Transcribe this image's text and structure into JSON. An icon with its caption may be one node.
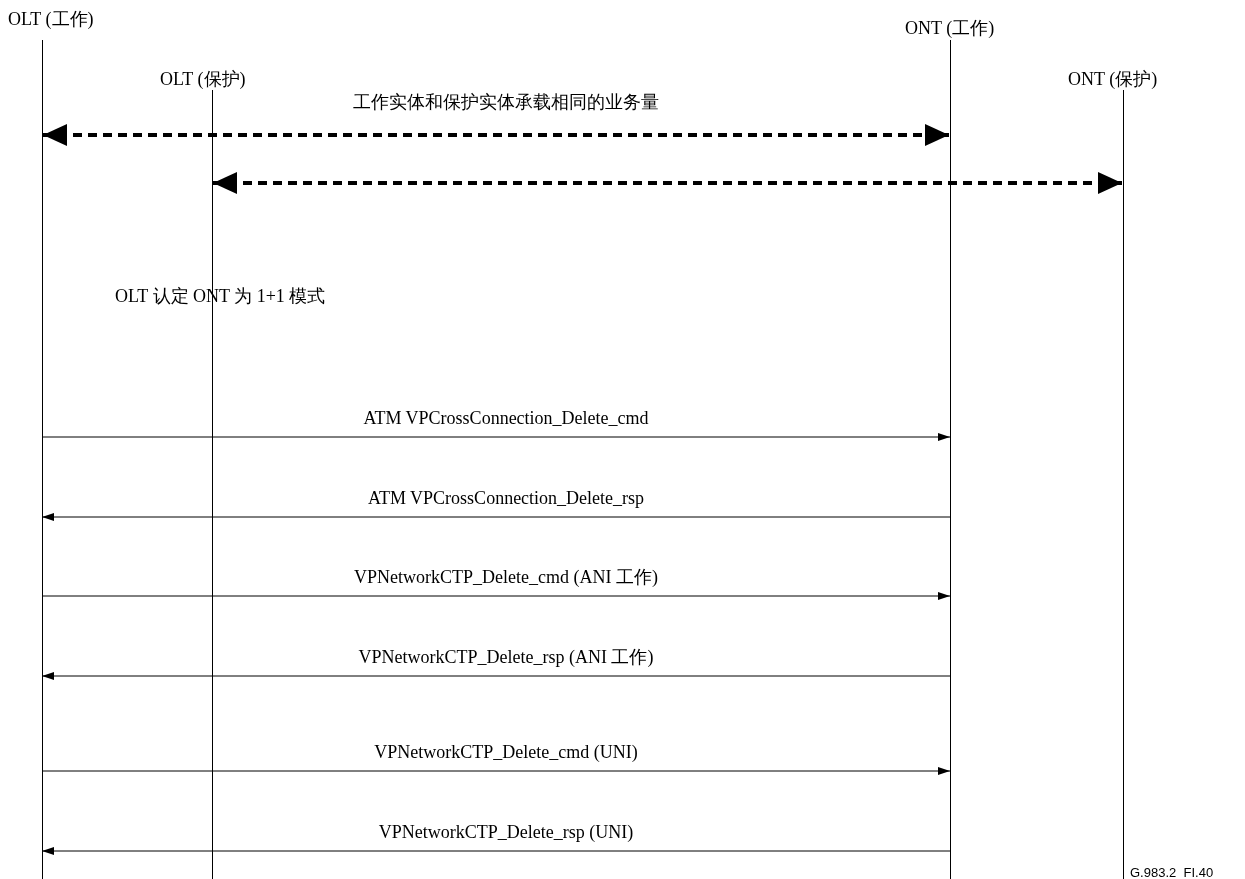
{
  "diagram": {
    "nodes": [
      {
        "text": [
          "OLT (工作)"
        ]
      },
      {
        "text": [
          "OLT (保护)"
        ]
      },
      {
        "text": [
          "ONT (工作)"
        ]
      },
      {
        "text": [
          "ONT (保护)"
        ]
      }
    ],
    "edges": [
      {
        "from": 0,
        "to": 2,
        "arrow": "both",
        "style": "dashed",
        "label": "工作实体和保护实体承载相同的业务量"
      },
      {
        "from": 1,
        "to": 3,
        "arrow": "both",
        "style": "dashed"
      },
      {
        "from": 0,
        "to": 2,
        "arrow": "to",
        "label": "ATM VPCrossConnection_Delete_cmd"
      },
      {
        "from": 2,
        "to": 0,
        "arrow": "to",
        "label": "ATM VPCrossConnection_Delete_rsp"
      },
      {
        "from": 0,
        "to": 2,
        "arrow": "to",
        "label": "VPNetworkCTP_Delete_cmd (ANI 工作)"
      },
      {
        "from": 2,
        "to": 0,
        "arrow": "to",
        "label": "VPNetworkCTP_Delete_rsp (ANI 工作)"
      },
      {
        "from": 0,
        "to": 2,
        "arrow": "to",
        "label": "VPNetworkCTP_Delete_cmd (UNI)"
      },
      {
        "from": 2,
        "to": 0,
        "arrow": "to",
        "label": "VPNetworkCTP_Delete_rsp (UNI)"
      }
    ],
    "labels": [
      "OLT 认定 ONT 为 1+1 模式",
      "G.983.2_FI.40"
    ]
  }
}
